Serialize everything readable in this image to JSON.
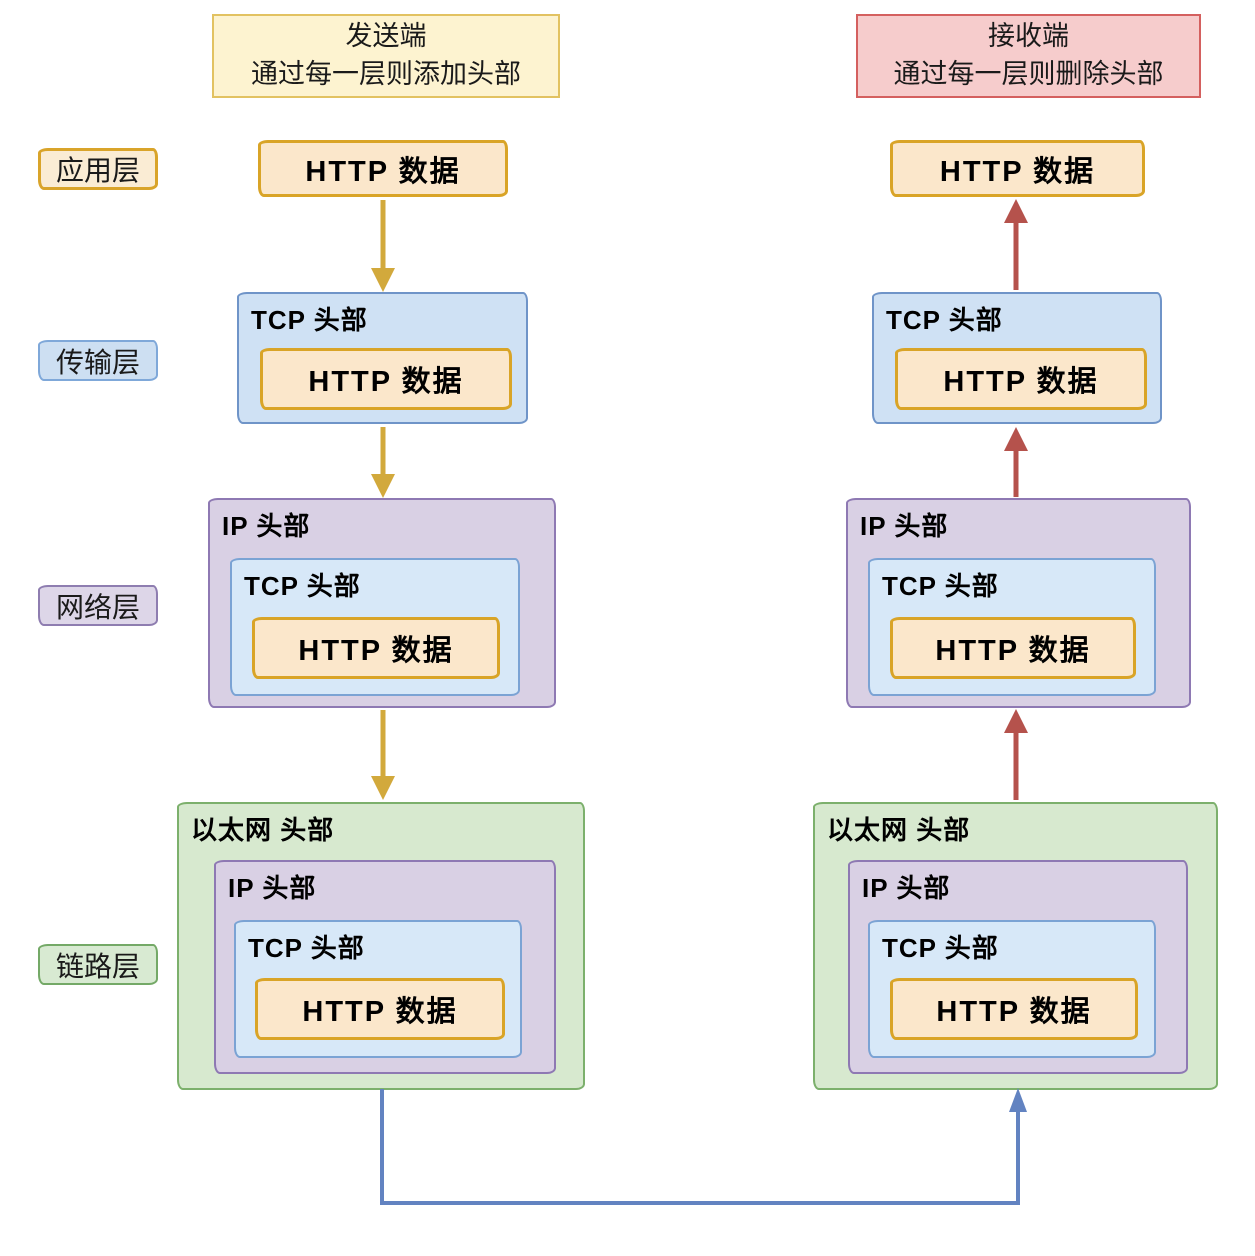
{
  "headers": {
    "sender": {
      "title": "发送端",
      "subtitle": "通过每一层则添加头部"
    },
    "receiver": {
      "title": "接收端",
      "subtitle": "通过每一层则删除头部"
    }
  },
  "layer_labels": [
    {
      "id": "application",
      "label": "应用层"
    },
    {
      "id": "transport",
      "label": "传输层"
    },
    {
      "id": "network",
      "label": "网络层"
    },
    {
      "id": "link",
      "label": "链路层"
    }
  ],
  "boxes": {
    "http": "HTTP 数据",
    "tcp": "TCP 头部",
    "ip": "IP 头部",
    "ethernet": "以太网 头部"
  },
  "colors": {
    "http_fill": "#fbe7cb",
    "http_border": "#d9a427",
    "tcp_fill": "#cfe1f4",
    "tcp_border": "#6f94c8",
    "ip_fill": "#d9d0e4",
    "ip_border": "#8e79b3",
    "ethernet_fill": "#d7e9cf",
    "ethernet_border": "#7cb06c",
    "sender_header_fill": "#fdf3d0",
    "sender_header_border": "#e2c261",
    "receiver_header_fill": "#f6cccc",
    "receiver_header_border": "#d4605f",
    "sender_arrow": "#d2a93c",
    "receiver_arrow": "#b5524c",
    "bottom_connector": "#6283c1"
  }
}
